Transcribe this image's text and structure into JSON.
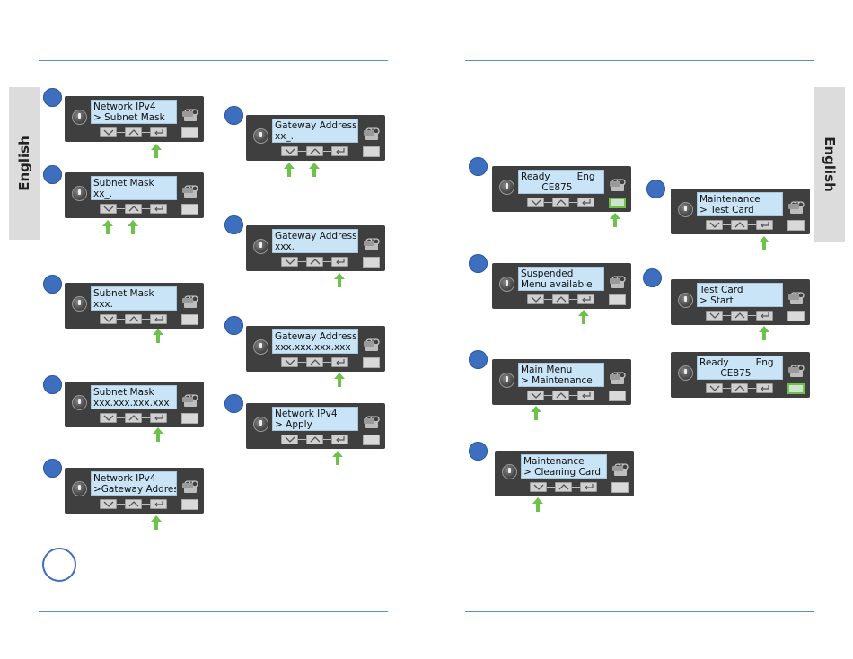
{
  "page": {
    "language_tab_label": "English",
    "accent_color": "#3e6fbf",
    "arrow_color": "#6cc24a"
  },
  "left_column_panels": [
    {
      "line1": "Network IPv4",
      "line2": "> Subnet Mask"
    },
    {
      "line1": "Subnet Mask",
      "line2": "xx_."
    },
    {
      "line1": "Subnet Mask",
      "line2": "xxx."
    },
    {
      "line1": "Subnet Mask",
      "line2": "xxx.xxx.xxx.xxx"
    },
    {
      "line1": "Network IPv4",
      "line2": ">Gateway Addres"
    }
  ],
  "middle_column_panels": [
    {
      "line1": "Gateway Address",
      "line2": "xx_."
    },
    {
      "line1": "Gateway Address",
      "line2": "xxx."
    },
    {
      "line1": "Gateway Address",
      "line2": "xxx.xxx.xxx.xxx"
    },
    {
      "line1": "Network IPv4",
      "line2": "> Apply"
    }
  ],
  "right_left_panels": [
    {
      "line1": "Ready         Eng",
      "line2": "       CE875"
    },
    {
      "line1": "Suspended",
      "line2": "Menu available"
    },
    {
      "line1": "Main Menu",
      "line2": "> Maintenance"
    },
    {
      "line1": "Maintenance",
      "line2": "> Cleaning Card"
    }
  ],
  "right_right_panels": [
    {
      "line1": "Maintenance",
      "line2": "> Test Card"
    },
    {
      "line1": "Test Card",
      "line2": "> Start"
    },
    {
      "line1": "Ready         Eng",
      "line2": "       CE875"
    }
  ],
  "icons": [
    "down-arrow-icon",
    "up-arrow-icon",
    "enter-icon",
    "ribbon-icon",
    "card-icon",
    "power-knob-icon"
  ]
}
